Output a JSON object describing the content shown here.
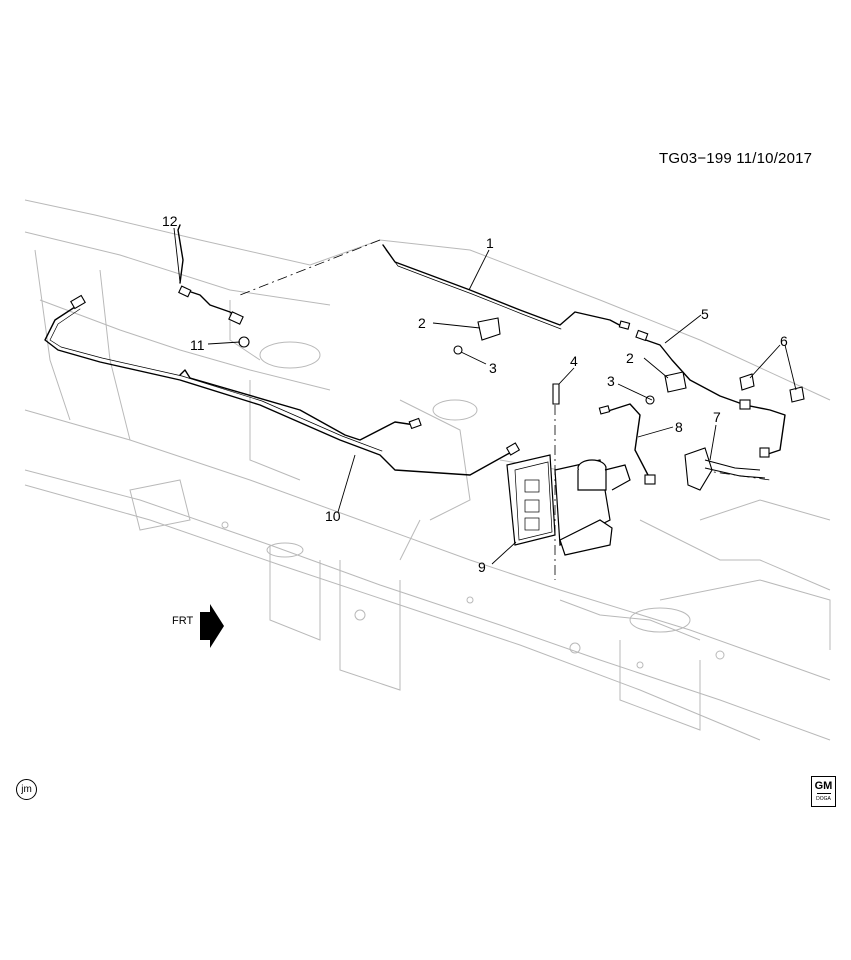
{
  "diagram_code": "TG03−199  11/10/2017",
  "corner_mark": "jm",
  "logo": {
    "text": "GM",
    "sub": "DOGA"
  },
  "direction_label": "FRT",
  "callouts": [
    "1",
    "2",
    "3",
    "4",
    "5",
    "2",
    "3",
    "6",
    "7",
    "8",
    "9",
    "10",
    "11",
    "12"
  ]
}
